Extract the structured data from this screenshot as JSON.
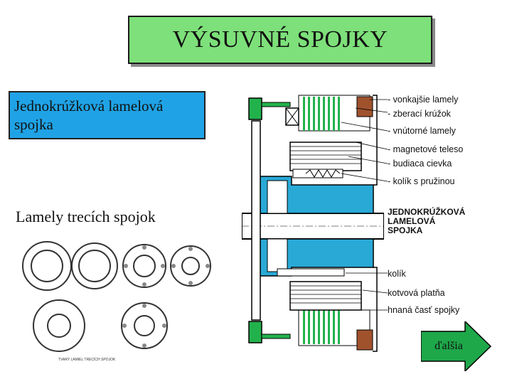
{
  "slide": {
    "title": "VÝSUVNÉ SPOJKY",
    "subtitle_line1": "Jednokrúžková lamelová",
    "subtitle_line2": "spojka",
    "lamely_heading": "Lamely trecích spojok",
    "rings_caption": "TVARY LAMIEL TRECÍCH SPOJOK",
    "next_label": "ďalšia"
  },
  "diagram_labels": {
    "vonkajsie": "- vonkajšie lamely",
    "zberaci": "- zberací krúžok",
    "vnutorne": "- vnútorné lamely",
    "magnetove": "- magnetové teleso",
    "budiaca": "- budiaca cievka",
    "kolik_pruzinou": "- kolík s pružinou",
    "big1": "JEDNOKRÚŽKOVÁ",
    "big2": "LAMELOVÁ",
    "big3": "SPOJKA",
    "kolik": "kolík",
    "kotvova": "kotvová platňa",
    "hnana": "hnaná časť spojky"
  },
  "colors": {
    "title_bg": "#7de07a",
    "subtitle_bg": "#1fa3e6",
    "diagram_green": "#22b24c",
    "diagram_cyan": "#29a9d6",
    "diagram_brown": "#a0522d",
    "arrow_green": "#1ea84a"
  }
}
